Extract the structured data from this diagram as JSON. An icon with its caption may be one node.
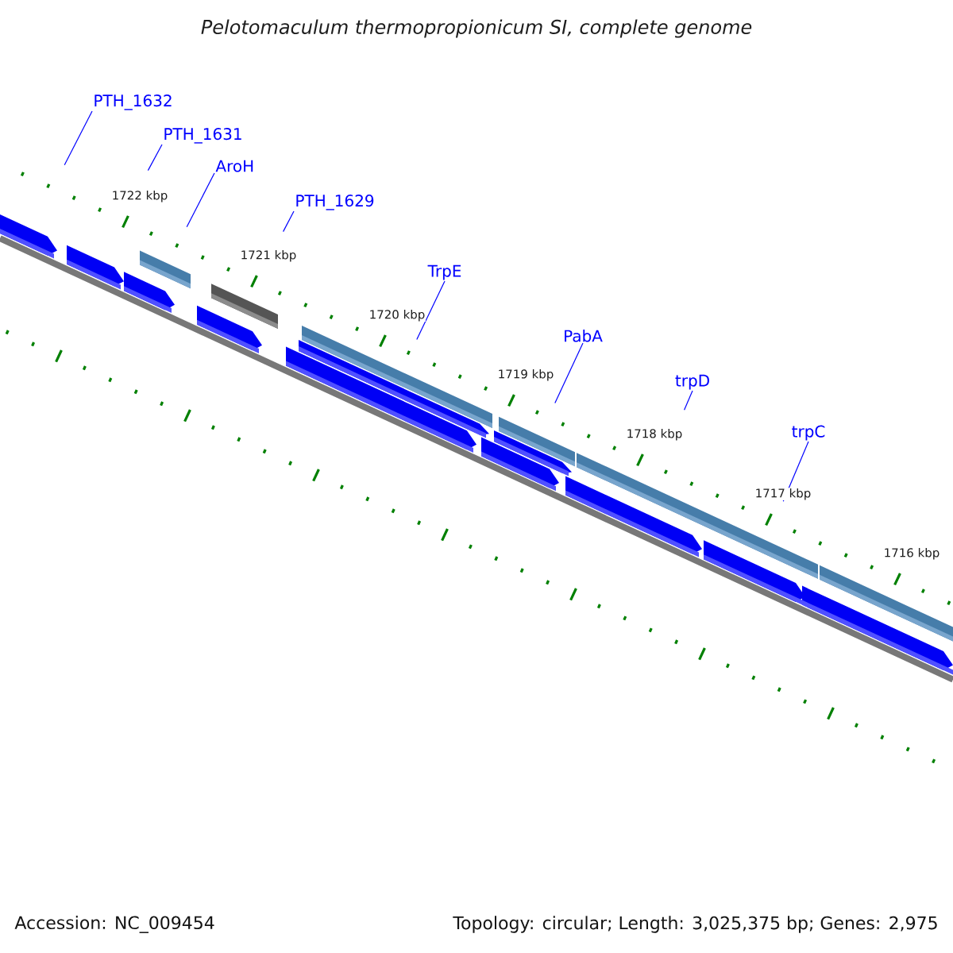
{
  "diagram": {
    "title": "*Pelotomaculum thermopropionicum SI, complete genome*",
    "nodes": [
      {
        "text": [
          "PTH_1632"
        ]
      },
      {
        "text": [
          "PTH_1631"
        ]
      },
      {
        "text": [
          "AroH"
        ]
      },
      {
        "text": [
          "PTH_1629"
        ]
      },
      {
        "text": [
          "TrpE"
        ]
      },
      {
        "text": [
          "PabA"
        ]
      },
      {
        "text": [
          "trpD"
        ]
      },
      {
        "text": [
          "trpC"
        ]
      }
    ],
    "edges": [
      {
        "from": 0,
        "to": null,
        "arrow": "none"
      },
      {
        "from": 1,
        "to": null,
        "arrow": "none"
      },
      {
        "from": 2,
        "to": null,
        "arrow": "none"
      },
      {
        "from": 3,
        "to": null,
        "arrow": "none"
      },
      {
        "from": 4,
        "to": null,
        "arrow": "none"
      },
      {
        "from": 5,
        "to": null,
        "arrow": "none"
      },
      {
        "from": 6,
        "to": null,
        "arrow": "none"
      },
      {
        "from": 7,
        "to": null,
        "arrow": "none"
      }
    ],
    "labels": [
      "1722 kbp",
      "1721 kbp",
      "1720 kbp",
      "1719 kbp",
      "1718 kbp",
      "1717 kbp",
      "1716 kbp",
      "Accession: NC_009454",
      "Topology: circular; Length: 3,025,375 bp; Genes: 2,975"
    ]
  }
}
